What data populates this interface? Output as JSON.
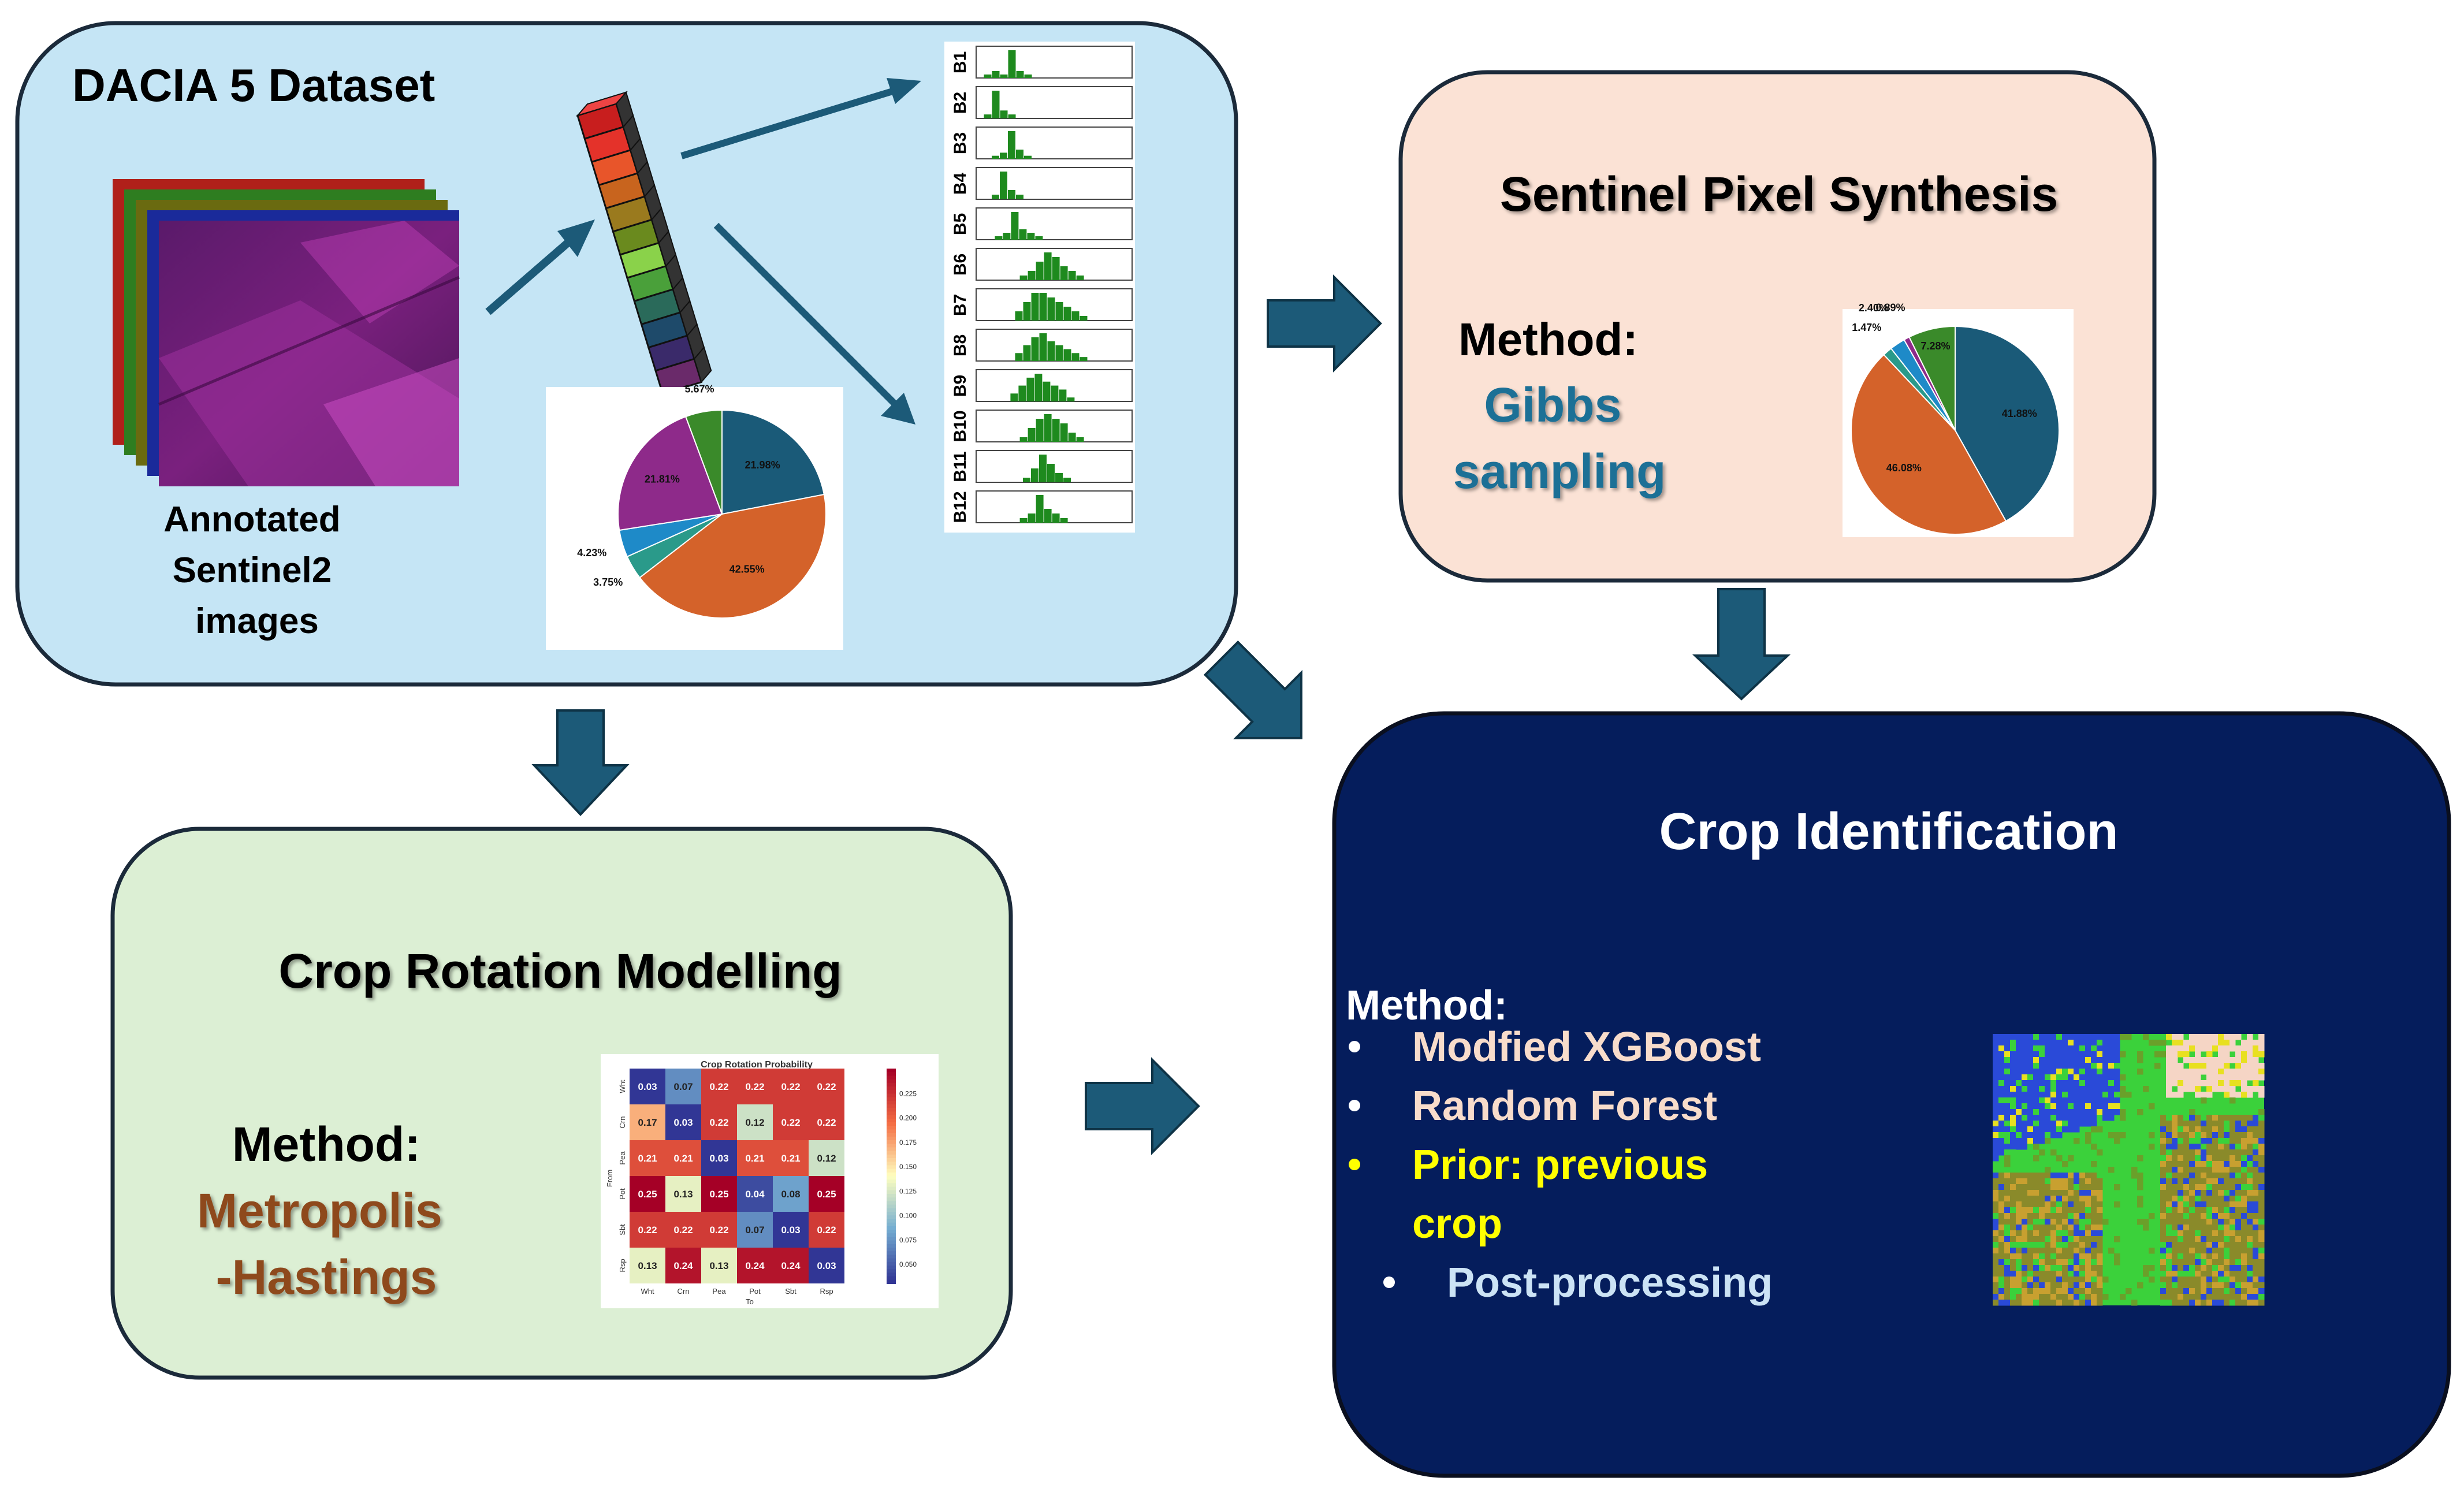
{
  "dataset": {
    "title": "DACIA 5 Dataset",
    "image_caption": [
      "Annotated",
      "Sentinel2",
      "images"
    ],
    "band_labels": [
      "B1",
      "B2",
      "B3",
      "B4",
      "B5",
      "B6",
      "B7",
      "B8",
      "B9",
      "B10",
      "B11",
      "B12"
    ],
    "pie_labels": [
      "21.98%",
      "42.55%",
      "3.75%",
      "4.23%",
      "21.81%",
      "5.67%"
    ],
    "pie_values": [
      21.98,
      42.55,
      3.75,
      4.23,
      21.81,
      5.67
    ]
  },
  "synthesis": {
    "title": "Sentinel Pixel Synthesis",
    "method_label": "Method:",
    "method_lines": [
      "Gibbs",
      "sampling"
    ],
    "pie_labels": [
      "41.88%",
      "46.08%",
      "1.47%",
      "2.40%",
      "0.89%",
      "7.28%"
    ],
    "pie_values": [
      41.88,
      46.08,
      1.47,
      2.4,
      0.89,
      7.28
    ]
  },
  "rotation": {
    "title": "Crop Rotation Modelling",
    "method_label": "Method:",
    "method_lines": [
      "Metropolis",
      "-Hastings"
    ],
    "heatmap_title": "Crop Rotation Probability",
    "from_label": "From",
    "to_label": "To",
    "crops": [
      "Wht",
      "Crn",
      "Pea",
      "Pot",
      "Sbt",
      "Rsp"
    ],
    "matrix": [
      [
        0.03,
        0.07,
        0.22,
        0.22,
        0.22,
        0.22
      ],
      [
        0.17,
        0.03,
        0.22,
        0.12,
        0.22,
        0.22
      ],
      [
        0.21,
        0.21,
        0.03,
        0.21,
        0.21,
        0.12
      ],
      [
        0.25,
        0.13,
        0.25,
        0.04,
        0.08,
        0.25
      ],
      [
        0.22,
        0.22,
        0.22,
        0.07,
        0.03,
        0.22
      ],
      [
        0.13,
        0.24,
        0.13,
        0.24,
        0.24,
        0.03
      ]
    ],
    "colorbar_ticks": [
      "0.225",
      "0.200",
      "0.175",
      "0.150",
      "0.125",
      "0.100",
      "0.075",
      "0.050"
    ]
  },
  "identification": {
    "title": "Crop Identification",
    "method_label": "Method:",
    "items": [
      "Modfied XGBoost",
      "Random Forest"
    ],
    "prior_lines": [
      "Prior: previous",
      "crop"
    ],
    "sub_item": "Post-processing"
  },
  "colors": {
    "dataset_bg": "#c5e5f5",
    "synthesis_bg": "#fbe2d5",
    "rotation_bg": "#dcefd4",
    "identification_bg": "#051d5c",
    "arrow": "#1c5a78",
    "gibbs_text": "#1f6f96",
    "metropolis_text": "#8e4a1e",
    "prior_text": "#ffff00",
    "item_text": "#f8dccb",
    "sub_item_text": "#cce3f5"
  }
}
